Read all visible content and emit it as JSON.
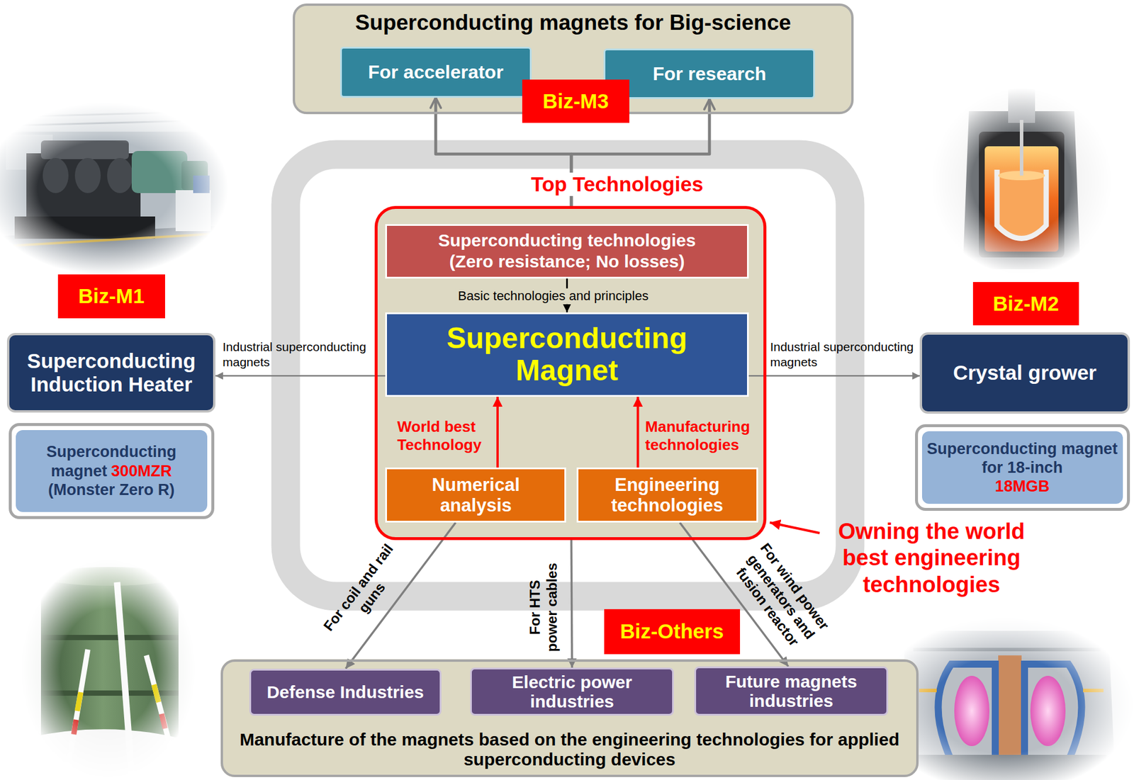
{
  "diagram": {
    "nodes": [
      {
        "text": [
          "Superconducting magnets for Big-science"
        ]
      },
      {
        "text": [
          "For accelerator"
        ],
        "in": 0
      },
      {
        "text": [
          "For research"
        ],
        "in": 0
      },
      {
        "text": [
          "Biz-M3"
        ]
      },
      {
        "text": [
          "Top Technologies"
        ]
      },
      {
        "text": [
          "Superconducting technologies (Zero resistance; No losses)"
        ],
        "in": 4
      },
      {
        "text": [
          "Superconducting Magnet"
        ],
        "in": 4
      },
      {
        "text": [
          "Numerical analysis"
        ],
        "in": 4
      },
      {
        "text": [
          "Engineering technologies"
        ],
        "in": 4
      },
      {
        "text": [
          "Biz-M1"
        ]
      },
      {
        "text": [
          "Superconducting Induction Heater"
        ]
      },
      {
        "text": [
          "Superconducting magnet",
          "300MZR",
          "(Monster Zero R)"
        ]
      },
      {
        "text": [
          "Biz-M2"
        ]
      },
      {
        "text": [
          "Crystal grower"
        ]
      },
      {
        "text": [
          "Superconducting magnet for 18-inch",
          "18MGB"
        ]
      },
      {
        "text": [
          "Biz-Others"
        ]
      },
      {
        "text": [
          "Manufacture of the magnets based on the engineering technologies for applied superconducting devices"
        ]
      },
      {
        "text": [
          "Defense Industries"
        ],
        "in": 16
      },
      {
        "text": [
          "Electric power industries"
        ],
        "in": 16
      },
      {
        "text": [
          "Future magnets industries"
        ],
        "in": 16
      }
    ],
    "edges": [
      {
        "from": 4,
        "to": 1,
        "arrow": "to"
      },
      {
        "from": 4,
        "to": 2,
        "arrow": "to"
      },
      {
        "from": 5,
        "to": 6,
        "arrow": "to",
        "label": "Basic technologies and principles"
      },
      {
        "from": 7,
        "to": 6,
        "arrow": "to",
        "label": "World best Technology"
      },
      {
        "from": 8,
        "to": 6,
        "arrow": "to",
        "label": "Manufacturing technologies"
      },
      {
        "from": 6,
        "to": 10,
        "arrow": "to",
        "label": "Industrial superconducting magnets"
      },
      {
        "from": 6,
        "to": 13,
        "arrow": "to",
        "label": "Industrial superconducting magnets"
      },
      {
        "from": 7,
        "to": 17,
        "arrow": "to",
        "label": "For coil and rail guns"
      },
      {
        "from": 4,
        "to": 18,
        "arrow": "to",
        "label": "For HTS power cables"
      },
      {
        "from": 8,
        "to": 19,
        "arrow": "to",
        "label": "For wind power generators and fusion reactor"
      }
    ],
    "labels": [
      "Owning the world best engineering technologies"
    ]
  }
}
